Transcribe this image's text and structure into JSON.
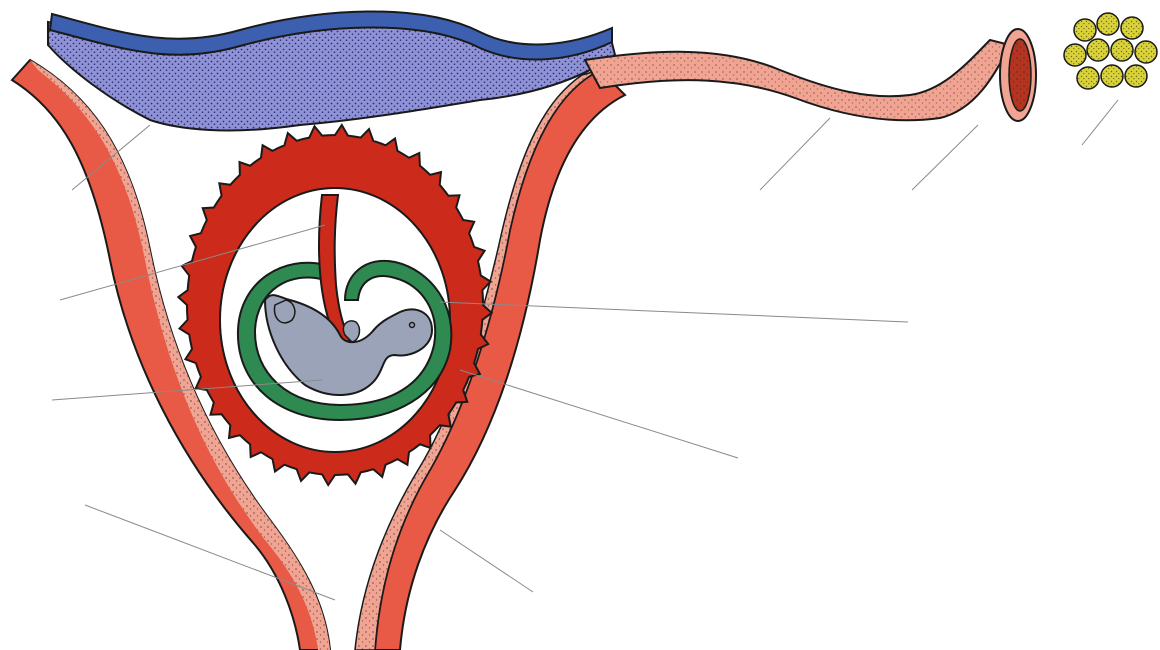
{
  "diagram": {
    "colors": {
      "background": "#ffffff",
      "uterine_muscle": "#e85a45",
      "endometrium": "#f2a493",
      "maternal_tissue": "#3d5fb0",
      "decidua_dots": "#8a8fd0",
      "placenta_chorion": "#cc2a1a",
      "amnion": "#2e8a50",
      "embryo": "#9aa3b8",
      "ovary_follicles": "#d8cf3a",
      "outline": "#1a1a1a",
      "leader_line": "#8a8a8a"
    },
    "parts": [
      {
        "key": "maternal-decidua",
        "icon": "decidua-layer"
      },
      {
        "key": "uterine-wall-left",
        "icon": "muscle-wall"
      },
      {
        "key": "uterine-wall-right",
        "icon": "muscle-wall"
      },
      {
        "key": "placenta",
        "icon": "villous-placenta"
      },
      {
        "key": "umbilical-cord",
        "icon": "cord"
      },
      {
        "key": "amnion",
        "icon": "amniotic-membrane"
      },
      {
        "key": "embryo",
        "icon": "embryo"
      },
      {
        "key": "fallopian-tube",
        "icon": "oviduct"
      },
      {
        "key": "fimbriae",
        "icon": "funnel-opening"
      },
      {
        "key": "ovary",
        "icon": "follicle-cluster"
      }
    ],
    "labels": [
      {
        "id": "label-decidua",
        "text": ""
      },
      {
        "id": "label-chorion",
        "text": ""
      },
      {
        "id": "label-embryo",
        "text": ""
      },
      {
        "id": "label-myometrium",
        "text": ""
      },
      {
        "id": "label-oviduct",
        "text": ""
      },
      {
        "id": "label-infundibulum",
        "text": ""
      },
      {
        "id": "label-ovary",
        "text": ""
      },
      {
        "id": "label-amnion",
        "text": ""
      },
      {
        "id": "label-amniotic-cavity",
        "text": ""
      },
      {
        "id": "label-endometrium",
        "text": ""
      }
    ]
  }
}
